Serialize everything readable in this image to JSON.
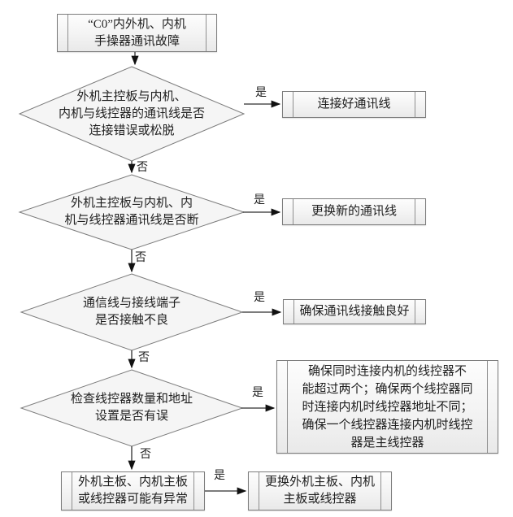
{
  "diagram_title": "C0 communication fault troubleshooting flowchart",
  "colors": {
    "background": "#ffffff",
    "shape_fill": "#f5f5f5",
    "shape_border": "#7c7c7c",
    "arrow": "#2f2f2f",
    "text": "#1f1f1f"
  },
  "labels": {
    "yes": "是",
    "no": "否"
  },
  "flow": {
    "start": "“C0”内外机、内机\n手操器通讯故障",
    "decision1": "外机主控板与内机、\n内机与线控器的通讯线是否\n连接错误或松脱",
    "action1": "连接好通讯线",
    "decision2": "外机主控板与内机、内\n机与线控器通讯线是否断",
    "action2": "更换新的通讯线",
    "decision3": "通信线与接线端子\n是否接触不良",
    "action3": "确保通讯线接触良好",
    "decision4": "检查线控器数量和地址\n设置是否有误",
    "action4": "确保同时连接内机的线控器不\n能超过两个；确保两个线控器同\n时连接内机时线控器地址不同；\n确保一个线控器连接内机时线控\n器是主线控器",
    "fallback": "外机主板、内机主板\n或线控器可能有异常",
    "action5": "更换外机主板、内机\n主板或线控器"
  }
}
